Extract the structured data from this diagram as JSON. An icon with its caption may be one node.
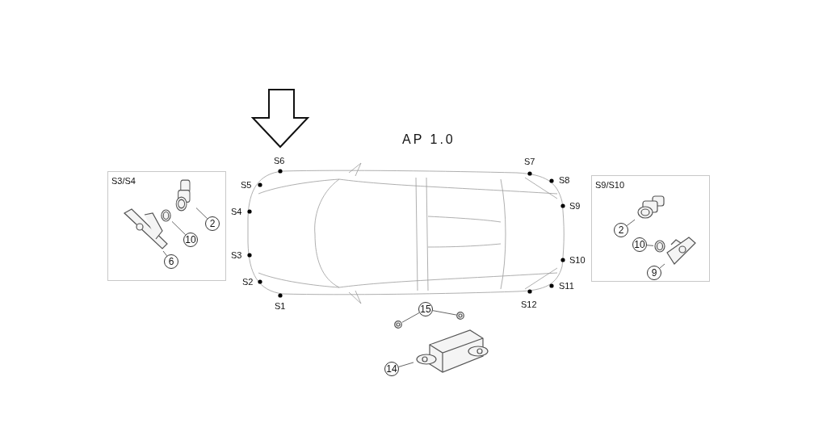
{
  "diagram": {
    "title": "AP 1.0",
    "nodes": [
      {
        "text": [
          "S3/S4"
        ]
      },
      {
        "text": [
          "2"
        ],
        "in": 0
      },
      {
        "text": [],
        "shape": "picture",
        "in": 0
      },
      {
        "text": [
          "10"
        ],
        "in": 0
      },
      {
        "text": [],
        "shape": "picture",
        "in": 0
      },
      {
        "text": [
          "6"
        ],
        "in": 0
      },
      {
        "text": [],
        "shape": "picture",
        "in": 0
      },
      {
        "text": [
          "S9/S10"
        ]
      },
      {
        "text": [],
        "shape": "picture",
        "in": 7
      },
      {
        "text": [
          "2"
        ],
        "in": 7
      },
      {
        "text": [],
        "shape": "picture",
        "in": 7
      },
      {
        "text": [
          "10"
        ],
        "in": 7
      },
      {
        "text": [],
        "shape": "picture",
        "in": 7
      },
      {
        "text": [
          "9"
        ],
        "in": 7
      },
      {
        "text": [
          "15"
        ]
      },
      {
        "text": [],
        "shape": "picture"
      },
      {
        "text": [],
        "shape": "picture"
      },
      {
        "text": [],
        "shape": "picture"
      },
      {
        "text": [
          "14"
        ]
      }
    ],
    "edges": [
      {
        "from": 1,
        "to": 2,
        "arrow": "none"
      },
      {
        "from": 3,
        "to": 4,
        "arrow": "none"
      },
      {
        "from": 5,
        "to": 6,
        "arrow": "none"
      },
      {
        "from": 9,
        "to": 8,
        "arrow": "none"
      },
      {
        "from": 11,
        "to": 10,
        "arrow": "none"
      },
      {
        "from": 13,
        "to": 12,
        "arrow": "none"
      },
      {
        "from": 14,
        "to": 15,
        "arrow": "none"
      },
      {
        "from": 14,
        "to": 16,
        "arrow": "none"
      },
      {
        "from": 18,
        "to": 17,
        "arrow": "none"
      }
    ],
    "labels": [
      "S6",
      "S7",
      "S5",
      "S8",
      "S4",
      "S9",
      "S3",
      "S10",
      "S2",
      "S11",
      "S1",
      "S12"
    ]
  }
}
